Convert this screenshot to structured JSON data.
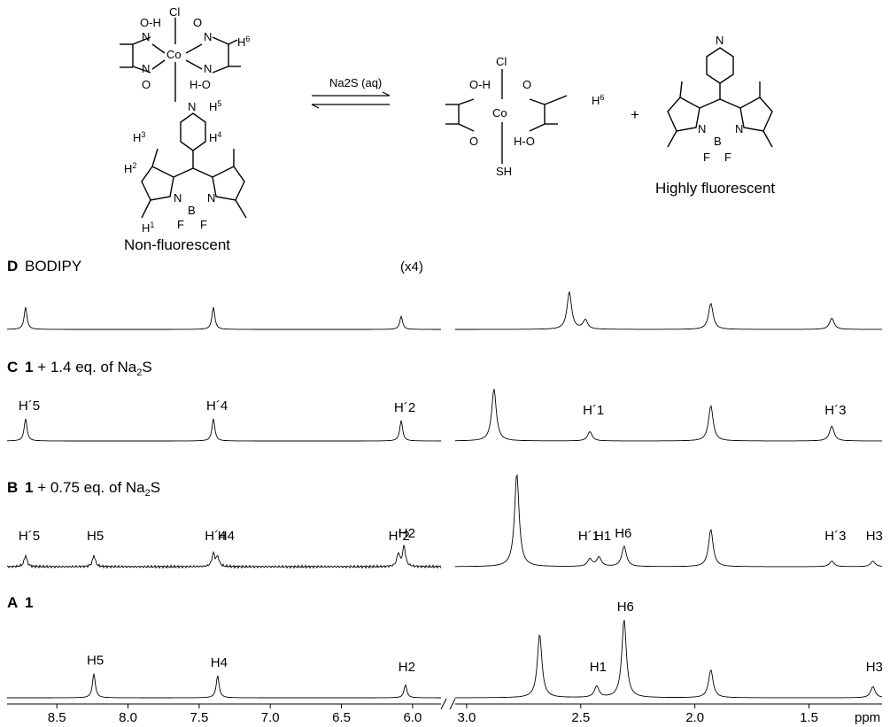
{
  "scheme": {
    "reagent": "Na2S (aq)",
    "label_left": "Non-fluorescent",
    "label_right": "Highly fluorescent",
    "plus": "+",
    "atoms": {
      "cl": "Cl",
      "co": "Co",
      "sh": "SH",
      "n": "N",
      "b": "B",
      "f": "F",
      "oh": "O-H",
      "o": "O",
      "ho": "H-O"
    }
  },
  "spectra": [
    {
      "letter": "D",
      "label": "BODIPY",
      "scale_note": "(x4)",
      "peaks_left": [
        8.72,
        7.4,
        6.08
      ],
      "peaks_right": [
        2.55,
        2.48,
        1.93,
        1.4
      ],
      "annotations": []
    },
    {
      "letter": "C",
      "label": "1 + 1.4 eq. of Na2S",
      "peaks_left": [
        8.72,
        7.4,
        6.08
      ],
      "peaks_right": [
        2.88,
        2.46,
        1.93,
        1.4
      ],
      "annotations": [
        {
          "text": "H´5",
          "ppm": 8.72
        },
        {
          "text": "H´4",
          "ppm": 7.4
        },
        {
          "text": "H´2",
          "ppm": 6.08
        },
        {
          "text": "H´1",
          "ppm": 2.46
        },
        {
          "text": "H´3",
          "ppm": 1.4
        }
      ]
    },
    {
      "letter": "B",
      "label": "1 + 0.75 eq. of Na2S",
      "peaks_left": [
        8.72,
        8.24,
        7.4,
        7.37,
        6.1,
        6.06
      ],
      "peaks_right": [
        2.78,
        2.46,
        2.42,
        2.31,
        1.93,
        1.4,
        1.22
      ],
      "annotations": [
        {
          "text": "H´5",
          "ppm": 8.72
        },
        {
          "text": "H5",
          "ppm": 8.24
        },
        {
          "text": "H´4",
          "ppm": 7.41
        },
        {
          "text": "H4",
          "ppm": 7.32
        },
        {
          "text": "H´2",
          "ppm": 6.12
        },
        {
          "text": "H2",
          "ppm": 6.05
        },
        {
          "text": "H´1",
          "ppm": 2.48
        },
        {
          "text": "H1",
          "ppm": 2.41
        },
        {
          "text": "H6",
          "ppm": 2.32
        },
        {
          "text": "H´3",
          "ppm": 1.4
        },
        {
          "text": "H3",
          "ppm": 1.22
        }
      ]
    },
    {
      "letter": "A",
      "label": "1",
      "peaks_left": [
        8.24,
        7.37,
        6.05
      ],
      "peaks_right": [
        2.68,
        2.43,
        2.31,
        1.93,
        1.22
      ],
      "annotations": [
        {
          "text": "H5",
          "ppm": 8.24
        },
        {
          "text": "H4",
          "ppm": 7.37
        },
        {
          "text": "H2",
          "ppm": 6.05
        },
        {
          "text": "H1",
          "ppm": 2.43
        },
        {
          "text": "H6",
          "ppm": 2.31
        },
        {
          "text": "H3",
          "ppm": 1.22
        }
      ]
    }
  ],
  "chart_data": {
    "type": "line",
    "title": "",
    "xlabel": "ppm",
    "x_axis_reversed": true,
    "x_ranges": [
      [
        8.85,
        5.8
      ],
      [
        3.05,
        1.18
      ]
    ],
    "x_ticks": [
      8.5,
      8.0,
      7.5,
      7.0,
      6.5,
      6.0,
      3.0,
      2.5,
      2.0,
      1.5
    ],
    "x_tick_labels": [
      "8.5",
      "8.0",
      "7.5",
      "7.0",
      "6.5",
      "6.0",
      "3.0",
      "2.5",
      "2.0",
      "1.5"
    ],
    "axis_break": true,
    "series": [
      {
        "name": "D BODIPY",
        "peaks": [
          {
            "ppm": 8.72,
            "height": 0.6
          },
          {
            "ppm": 7.4,
            "height": 0.6
          },
          {
            "ppm": 6.08,
            "height": 0.35
          },
          {
            "ppm": 2.55,
            "height": 1.0
          },
          {
            "ppm": 2.48,
            "height": 0.25
          },
          {
            "ppm": 1.93,
            "height": 0.7
          },
          {
            "ppm": 1.4,
            "height": 0.3
          }
        ]
      },
      {
        "name": "C 1 + 1.4 eq. of Na2S",
        "peaks": [
          {
            "ppm": 8.72,
            "height": 0.6
          },
          {
            "ppm": 7.4,
            "height": 0.6
          },
          {
            "ppm": 6.08,
            "height": 0.55
          },
          {
            "ppm": 2.88,
            "height": 1.4
          },
          {
            "ppm": 2.46,
            "height": 0.25
          },
          {
            "ppm": 1.93,
            "height": 0.95
          },
          {
            "ppm": 1.4,
            "height": 0.4
          }
        ]
      },
      {
        "name": "B 1 + 0.75 eq. of Na2S",
        "peaks": [
          {
            "ppm": 8.72,
            "height": 0.3
          },
          {
            "ppm": 8.24,
            "height": 0.3
          },
          {
            "ppm": 7.4,
            "height": 0.35
          },
          {
            "ppm": 7.37,
            "height": 0.25
          },
          {
            "ppm": 6.1,
            "height": 0.35
          },
          {
            "ppm": 6.06,
            "height": 0.55
          },
          {
            "ppm": 2.78,
            "height": 2.5
          },
          {
            "ppm": 2.46,
            "height": 0.2
          },
          {
            "ppm": 2.42,
            "height": 0.25
          },
          {
            "ppm": 2.31,
            "height": 0.55
          },
          {
            "ppm": 1.93,
            "height": 1.0
          },
          {
            "ppm": 1.4,
            "height": 0.15
          },
          {
            "ppm": 1.22,
            "height": 0.15
          }
        ]
      },
      {
        "name": "A 1",
        "peaks": [
          {
            "ppm": 8.24,
            "height": 0.65
          },
          {
            "ppm": 7.37,
            "height": 0.6
          },
          {
            "ppm": 6.05,
            "height": 0.35
          },
          {
            "ppm": 2.68,
            "height": 1.7
          },
          {
            "ppm": 2.43,
            "height": 0.3
          },
          {
            "ppm": 2.31,
            "height": 2.1
          },
          {
            "ppm": 1.93,
            "height": 0.75
          },
          {
            "ppm": 1.22,
            "height": 0.3
          }
        ]
      }
    ]
  }
}
